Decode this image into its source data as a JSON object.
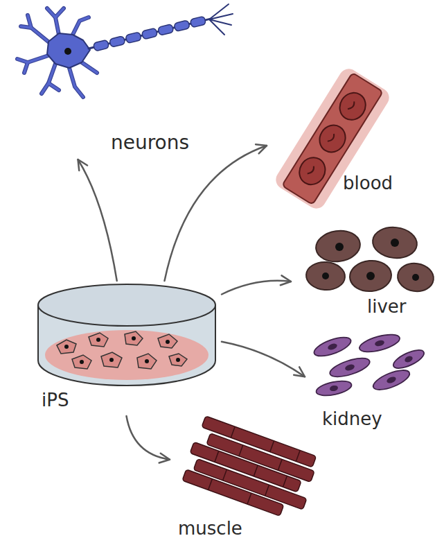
{
  "diagram": {
    "nodes": [
      {
        "text": [
          "neurons"
        ]
      },
      {
        "text": [
          "blood"
        ]
      },
      {
        "text": [
          "liver"
        ]
      },
      {
        "text": [
          "iPS"
        ]
      },
      {
        "text": [
          "kidney"
        ]
      },
      {
        "text": [
          "muscle"
        ]
      }
    ],
    "edges": [
      {
        "from": 3,
        "to": 0,
        "arrow": "to"
      },
      {
        "from": 3,
        "to": 1,
        "arrow": "to"
      },
      {
        "from": 3,
        "to": 2,
        "arrow": "to"
      },
      {
        "from": 3,
        "to": 4,
        "arrow": "to"
      },
      {
        "from": 3,
        "to": 5,
        "arrow": "to"
      }
    ]
  }
}
